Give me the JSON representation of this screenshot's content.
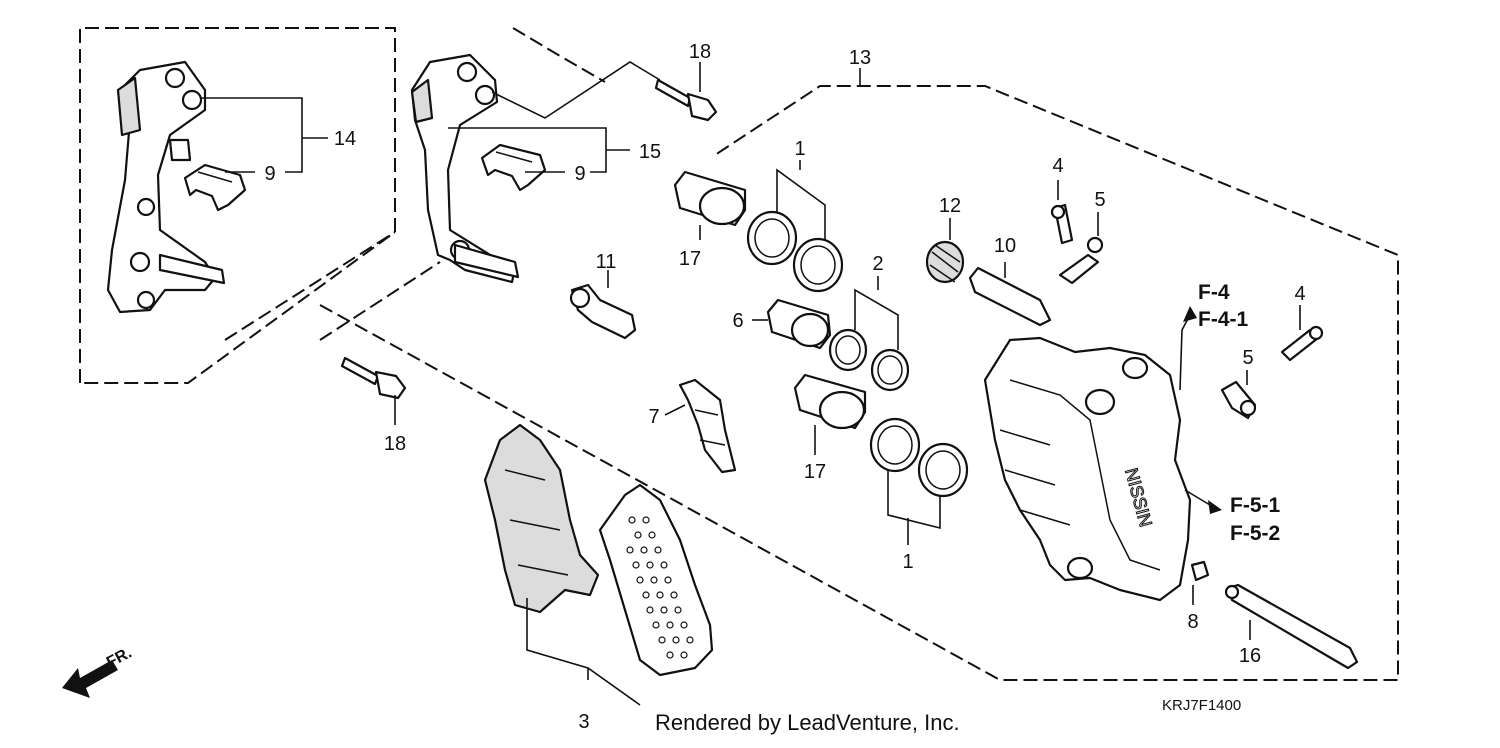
{
  "callouts": {
    "p1_top": "1",
    "p1_bottom": "1",
    "p2": "2",
    "p3": "3",
    "p4_top": "4",
    "p4_right": "4",
    "p5_top": "5",
    "p5_right": "5",
    "p6": "6",
    "p7": "7",
    "p8": "8",
    "p9_left": "9",
    "p9_right": "9",
    "p10": "10",
    "p11": "11",
    "p12": "12",
    "p13": "13",
    "p14": "14",
    "p15": "15",
    "p16": "16",
    "p17_top": "17",
    "p17_bottom": "17",
    "p18_top": "18",
    "p18_bottom": "18"
  },
  "references": {
    "ref1": "F-4",
    "ref2": "F-4-1",
    "ref3": "F-5-1",
    "ref4": "F-5-2"
  },
  "caliper_brand": "NISSIN",
  "direction_label": "FR.",
  "diagram_code": "KRJ7F1400",
  "credit": "Rendered by LeadVenture, Inc."
}
